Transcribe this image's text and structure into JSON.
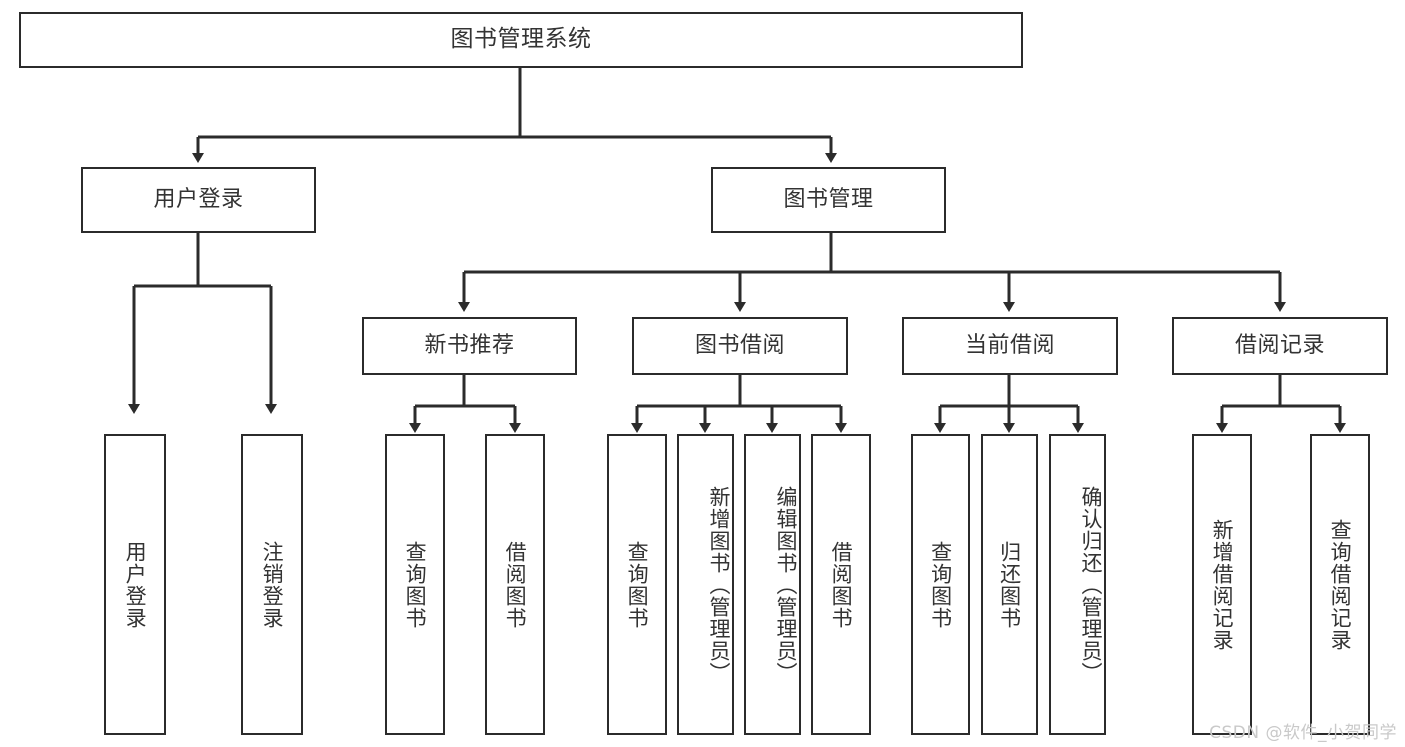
{
  "diagram": {
    "type": "tree-hierarchy",
    "title": "图书管理系统",
    "watermark": "CSDN @软件_小贺同学",
    "colors": {
      "box_border": "#2b2b2b",
      "box_fill": "#ffffff",
      "connector": "#2b2b2b",
      "text": "#333333",
      "watermark": "#c9c9c9",
      "background": "#ffffff"
    },
    "root": {
      "label": "图书管理系统"
    },
    "level2": [
      {
        "label": "用户登录"
      },
      {
        "label": "图书管理"
      }
    ],
    "level3": [
      {
        "label": "新书推荐"
      },
      {
        "label": "图书借阅"
      },
      {
        "label": "当前借阅"
      },
      {
        "label": "借阅记录"
      }
    ],
    "leaves": {
      "user_login": [
        {
          "label": "用户登录"
        },
        {
          "label": "注销登录"
        }
      ],
      "new_book_recommend": [
        {
          "label": "查询图书"
        },
        {
          "label": "借阅图书"
        }
      ],
      "book_borrow": [
        {
          "label": "查询图书"
        },
        {
          "label": "新增图书（管理员）"
        },
        {
          "label": "编辑图书（管理员）"
        },
        {
          "label": "借阅图书"
        }
      ],
      "current_borrow": [
        {
          "label": "查询图书"
        },
        {
          "label": "归还图书"
        },
        {
          "label": "确认归还（管理员）"
        }
      ],
      "borrow_record": [
        {
          "label": "新增借阅记录"
        },
        {
          "label": "查询借阅记录"
        }
      ]
    }
  }
}
